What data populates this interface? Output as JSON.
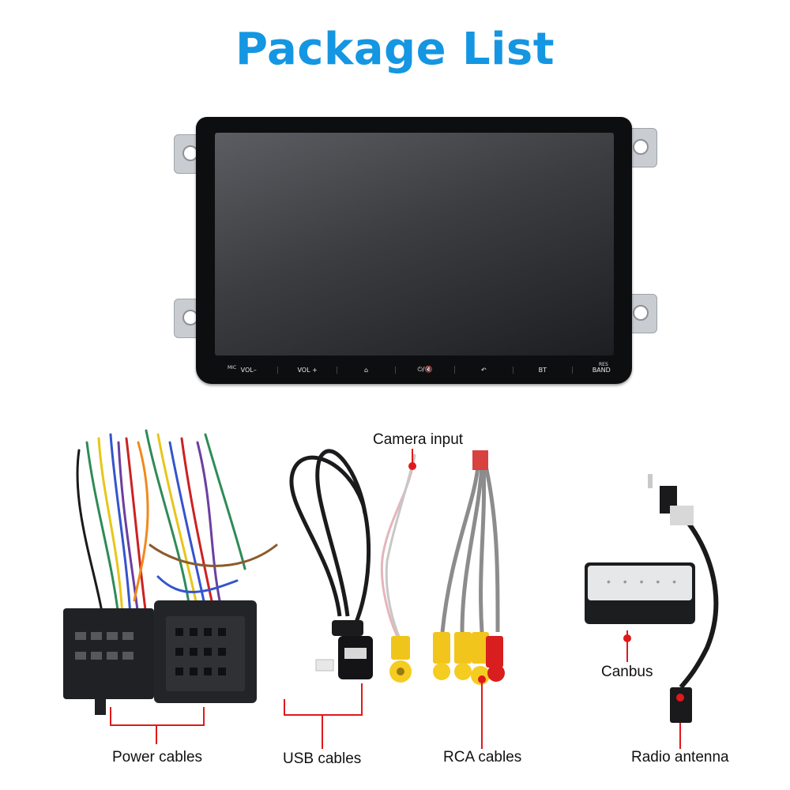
{
  "title": "Package List",
  "head_unit": {
    "mic_label": "MIC",
    "res_label": "RES",
    "buttons": [
      "VOL–",
      "VOL +",
      "⌂",
      "⏻/🔇",
      "↶",
      "BT",
      "BAND"
    ]
  },
  "canbus_box_text": "• • • • •",
  "labels": {
    "camera_input": "Camera input",
    "power_cables": "Power cables",
    "usb_cables": "USB cables",
    "rca_cables": "RCA cables",
    "canbus": "Canbus",
    "radio_antenna": "Radio antenna"
  },
  "colors": {
    "title": "#1496e2",
    "callout": "#e0191c"
  }
}
